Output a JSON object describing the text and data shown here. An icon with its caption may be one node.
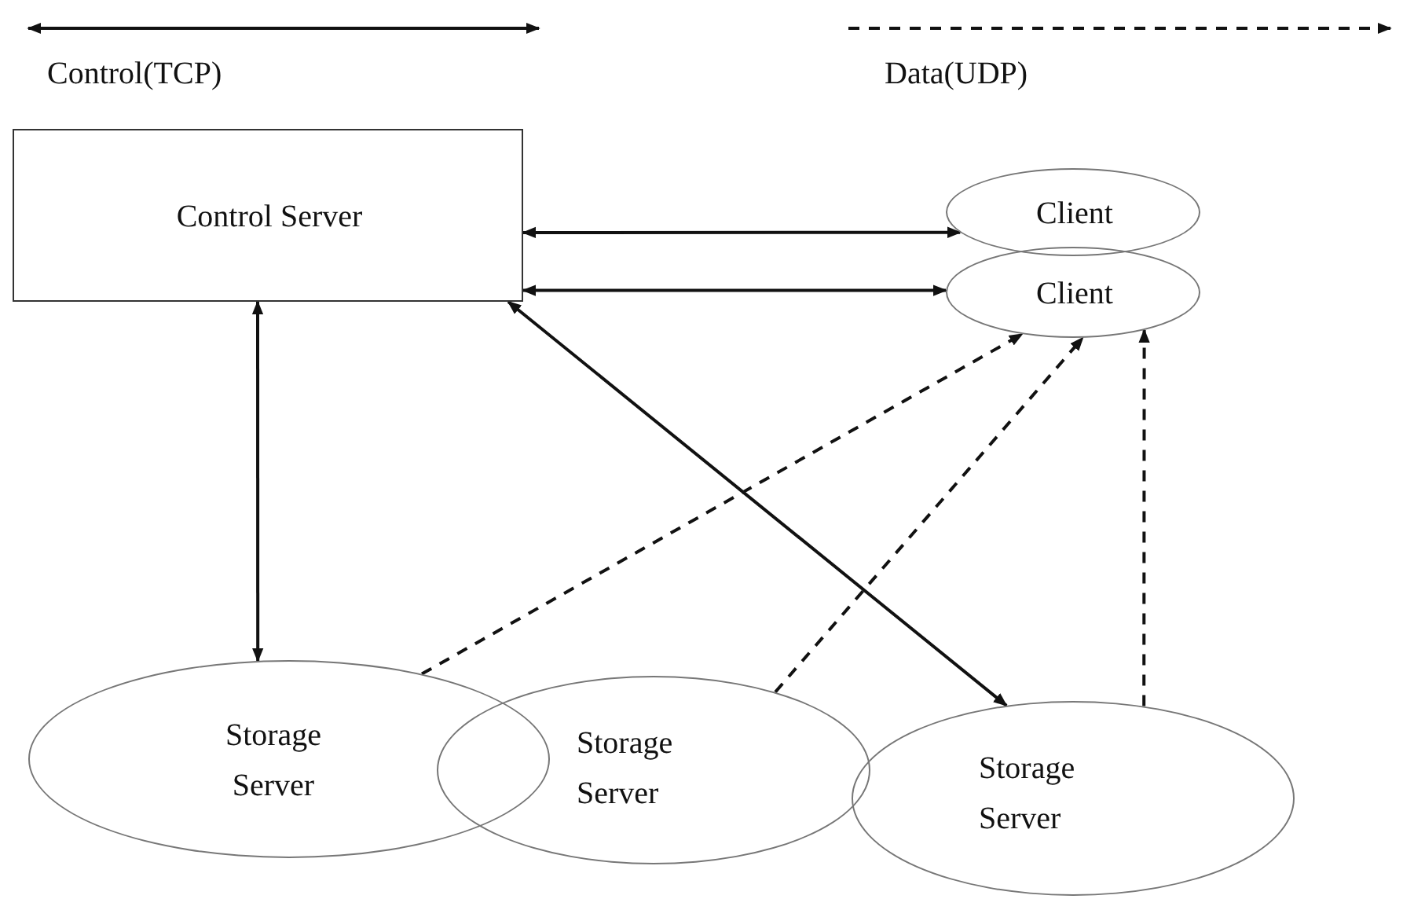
{
  "diagram": {
    "nodes": [
      {
        "text": [
          "Control Server"
        ]
      },
      {
        "text": [
          "Client"
        ]
      },
      {
        "text": [
          "Client"
        ]
      },
      {
        "text": [
          "Storage Server"
        ]
      },
      {
        "text": [
          "Storage Server"
        ]
      },
      {
        "text": [
          "Storage Server"
        ]
      }
    ],
    "edges": [
      {
        "from": 0,
        "to": 1,
        "arrow": "both"
      },
      {
        "from": 0,
        "to": 2,
        "arrow": "both"
      },
      {
        "from": 0,
        "to": 3,
        "arrow": "both"
      },
      {
        "from": 0,
        "to": 5,
        "arrow": "both"
      },
      {
        "from": 3,
        "to": 2,
        "arrow": "to",
        "style": "dashed"
      },
      {
        "from": 4,
        "to": 2,
        "arrow": "to",
        "style": "dashed"
      },
      {
        "from": 5,
        "to": 2,
        "arrow": "to",
        "style": "dashed"
      }
    ],
    "legend": [
      {
        "text": "Control(TCP)"
      },
      {
        "text": "Data(UDP)"
      }
    ]
  }
}
